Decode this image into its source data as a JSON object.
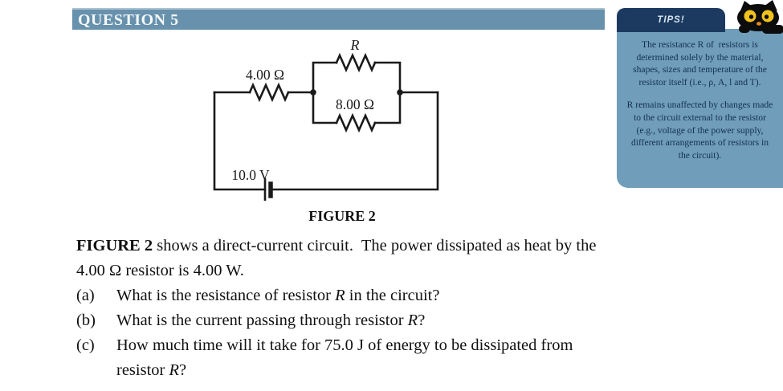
{
  "header": {
    "title": "QUESTION 5"
  },
  "figure": {
    "caption": "FIGURE 2",
    "labels": {
      "r": "R",
      "r4": "4.00 Ω",
      "r8": "8.00 Ω",
      "battery": "10.0 V"
    }
  },
  "body": {
    "intro_bold": "FIGURE 2",
    "intro_rest": " shows a direct-current circuit.  The power dissipated as heat by the 4.00 Ω resistor is 4.00 W.",
    "items": [
      {
        "label": "(a)",
        "pre": "What is the resistance of resistor ",
        "var": "R",
        "post": " in the circuit?"
      },
      {
        "label": "(b)",
        "pre": "What is the current passing through resistor ",
        "var": "R",
        "post": "?"
      },
      {
        "label": "(c)",
        "pre": "How much time will it take for 75.0 J of energy to be dissipated from resistor ",
        "var": "R",
        "post": "?"
      }
    ]
  },
  "tips": {
    "tab_label": "TIPS!",
    "para1": [
      "The resistance R of  resistors is",
      "determined solely by the material,",
      "shapes, sizes and temperature of the",
      "resistor itself (i.e., ρ, A, l and T)."
    ],
    "para2": [
      "R remains unaffected by changes made",
      "to the circuit external to the resistor",
      "(e.g., voltage of the power supply,",
      "different arrangements of resistors in",
      "the circuit)."
    ]
  },
  "colors": {
    "header_bar": "#6791ac",
    "tips_tab": "#1c3a60",
    "tips_body": "#6f9dba",
    "tips_text": "#14304f",
    "circuit_line": "#1a1a1a",
    "cat_eye": "#f2c21c",
    "cat_nose": "#e7891d"
  }
}
